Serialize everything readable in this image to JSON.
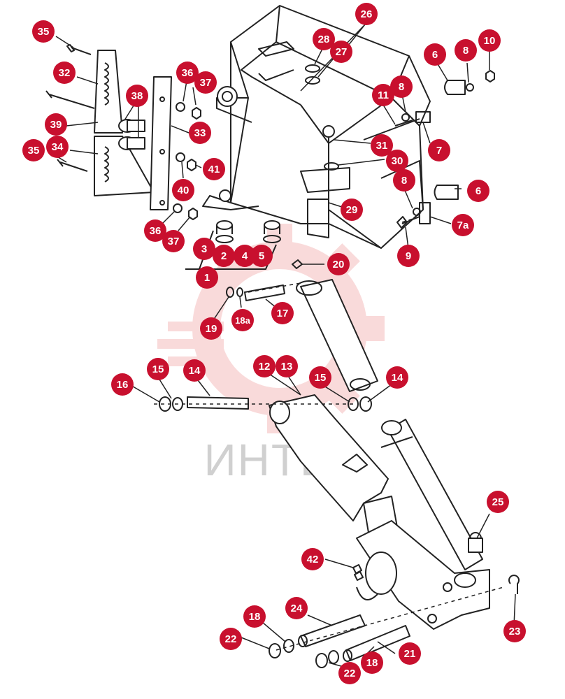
{
  "watermark": {
    "text": "ИНТЕХ"
  },
  "callouts": [
    {
      "id": "c35a",
      "label": "35"
    },
    {
      "id": "c32",
      "label": "32"
    },
    {
      "id": "c36a",
      "label": "36"
    },
    {
      "id": "c37a",
      "label": "37"
    },
    {
      "id": "c38",
      "label": "38"
    },
    {
      "id": "c33",
      "label": "33"
    },
    {
      "id": "c39",
      "label": "39"
    },
    {
      "id": "c35b",
      "label": "35"
    },
    {
      "id": "c34",
      "label": "34"
    },
    {
      "id": "c41",
      "label": "41"
    },
    {
      "id": "c40",
      "label": "40"
    },
    {
      "id": "c36b",
      "label": "36"
    },
    {
      "id": "c37b",
      "label": "37"
    },
    {
      "id": "c26",
      "label": "26"
    },
    {
      "id": "c28",
      "label": "28"
    },
    {
      "id": "c27",
      "label": "27"
    },
    {
      "id": "c6a",
      "label": "6"
    },
    {
      "id": "c8a",
      "label": "8"
    },
    {
      "id": "c10",
      "label": "10"
    },
    {
      "id": "c11",
      "label": "11"
    },
    {
      "id": "c8b",
      "label": "8"
    },
    {
      "id": "c31",
      "label": "31"
    },
    {
      "id": "c7",
      "label": "7"
    },
    {
      "id": "c30",
      "label": "30"
    },
    {
      "id": "c8c",
      "label": "8"
    },
    {
      "id": "c6b",
      "label": "6"
    },
    {
      "id": "c29",
      "label": "29"
    },
    {
      "id": "c7a",
      "label": "7a"
    },
    {
      "id": "c9",
      "label": "9"
    },
    {
      "id": "c3",
      "label": "3"
    },
    {
      "id": "c2",
      "label": "2"
    },
    {
      "id": "c4",
      "label": "4"
    },
    {
      "id": "c5",
      "label": "5"
    },
    {
      "id": "c1",
      "label": "1"
    },
    {
      "id": "c20",
      "label": "20"
    },
    {
      "id": "c19",
      "label": "19"
    },
    {
      "id": "c18a",
      "label": "18a"
    },
    {
      "id": "c17",
      "label": "17"
    },
    {
      "id": "c15a",
      "label": "15"
    },
    {
      "id": "c14a",
      "label": "14"
    },
    {
      "id": "c12",
      "label": "12"
    },
    {
      "id": "c13",
      "label": "13"
    },
    {
      "id": "c16",
      "label": "16"
    },
    {
      "id": "c15b",
      "label": "15"
    },
    {
      "id": "c14b",
      "label": "14"
    },
    {
      "id": "c25",
      "label": "25"
    },
    {
      "id": "c42",
      "label": "42"
    },
    {
      "id": "c23",
      "label": "23"
    },
    {
      "id": "c18b",
      "label": "18"
    },
    {
      "id": "c24",
      "label": "24"
    },
    {
      "id": "c22a",
      "label": "22"
    },
    {
      "id": "c21",
      "label": "21"
    },
    {
      "id": "c22b",
      "label": "22"
    },
    {
      "id": "c18c",
      "label": "18"
    }
  ]
}
